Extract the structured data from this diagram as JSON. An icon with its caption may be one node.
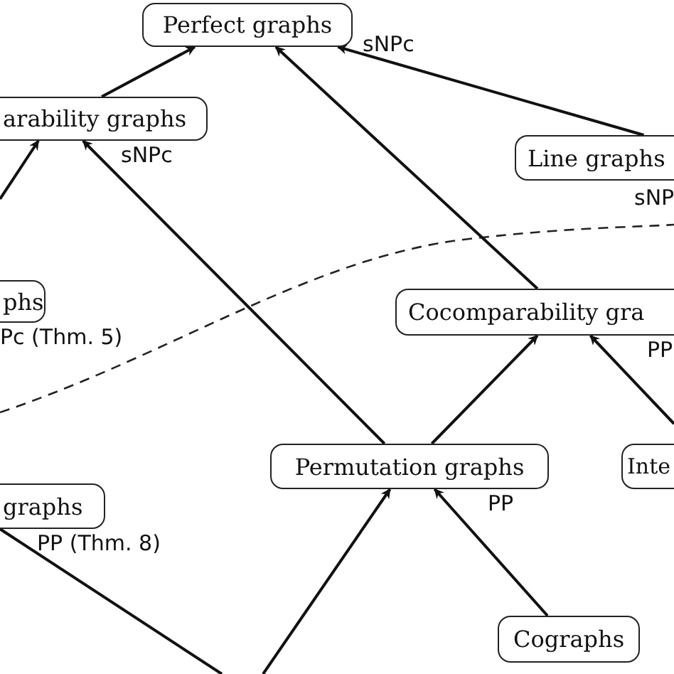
{
  "diagram": {
    "nodes": [
      {
        "text": [
          "Perfect graphs"
        ],
        "beside": [
          "sNPc"
        ]
      },
      {
        "text": [
          "arability graphs"
        ],
        "beside": [
          "sNPc"
        ]
      },
      {
        "text": [
          "Line graphs"
        ],
        "beside": [
          "sNP"
        ]
      },
      {
        "text": [
          "phs"
        ],
        "beside": [
          "Pc (Thm. 5)"
        ]
      },
      {
        "text": [
          "Cocomparability gra"
        ],
        "beside": [
          "PP"
        ]
      },
      {
        "text": [
          "Permutation graphs"
        ],
        "beside": [
          "PP"
        ]
      },
      {
        "text": [
          "Inte"
        ]
      },
      {
        "text": [
          "graphs"
        ],
        "beside": [
          "PP (Thm. 8)"
        ]
      },
      {
        "text": [
          "Cographs"
        ]
      }
    ],
    "edges": [
      {
        "from": 1,
        "to": 0,
        "arrow": "to"
      },
      {
        "from": 2,
        "to": 0,
        "arrow": "to"
      },
      {
        "from": 4,
        "to": 0,
        "arrow": "to"
      },
      {
        "from": null,
        "to": 1,
        "arrow": "to"
      },
      {
        "from": 5,
        "to": 1,
        "arrow": "to"
      },
      {
        "from": 5,
        "to": 4,
        "arrow": "to"
      },
      {
        "from": null,
        "to": 4,
        "arrow": "to"
      },
      {
        "from": null,
        "to": 5,
        "arrow": "to"
      },
      {
        "from": 8,
        "to": 5,
        "arrow": "to"
      },
      {
        "from": 7,
        "to": null,
        "arrow": "none"
      }
    ]
  }
}
